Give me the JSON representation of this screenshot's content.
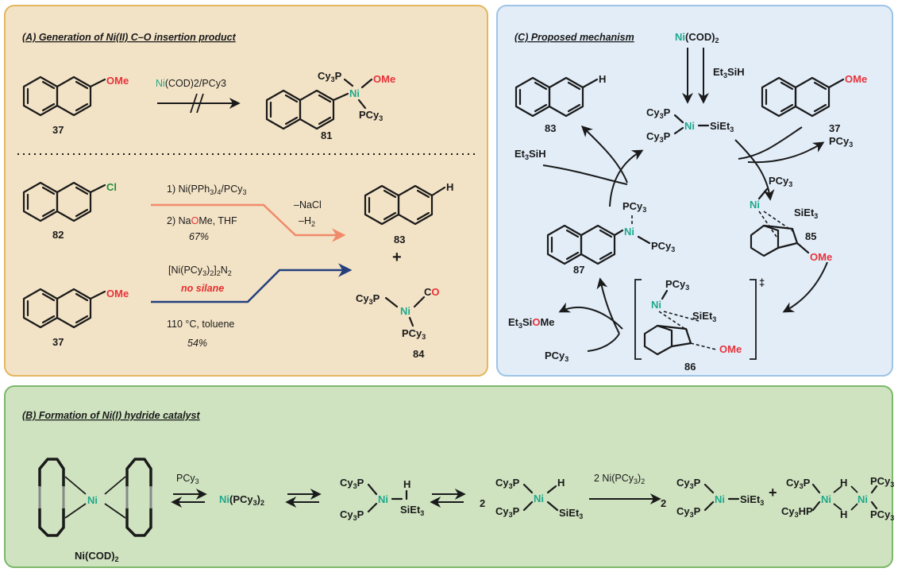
{
  "colors": {
    "panel_a_bg": "#f3e3c6",
    "panel_a_border": "#e4b660",
    "panel_b_bg": "#cfe3c0",
    "panel_b_border": "#7db86a",
    "panel_c_bg": "#e2edf8",
    "panel_c_border": "#9ec3e6",
    "nickel": "#1fa98c",
    "oxygen": "#e8323a",
    "chlorine": "#1f8f3a",
    "orange_arrow": "#f08a6a",
    "navy_arrow": "#23407d",
    "red_text": "#e52d2d"
  },
  "panel_a": {
    "title": "(A) Generation of Ni(II) C–O insertion product",
    "row1": {
      "substituent": "OMe",
      "num": "37",
      "reagent_ni": "Ni",
      "reagent_rest": "(COD)2/PCy3",
      "product_num": "81"
    },
    "row2": {
      "substituent_cl": "Cl",
      "num_82": "82",
      "step1": "1) Ni(PPh3)4/PCy3",
      "step2_a": "2) Na",
      "step2_o": "O",
      "step2_b": "Me, THF",
      "yield1": "67%",
      "byproduct1": "–NaCl",
      "byproduct2": "–H2",
      "reagent2": "[Ni(PCy3)2]2N2",
      "no_silane": "no silane",
      "cond2": "110 °C, toluene",
      "yield2": "54%",
      "num_37": "37",
      "num_83": "83",
      "num_84": "84",
      "plus": "+"
    }
  },
  "panel_b": {
    "title": "(B) Formation of Ni(I) hydride catalyst",
    "label_niCOD": "Ni(COD)2",
    "pcy3": "PCy3",
    "ni_pcy3_2": "Ni(PCy3)2",
    "coef2a": "2",
    "over_arrow": "2 Ni(PCy3)2",
    "coef2b": "2",
    "plus": "+"
  },
  "panel_c": {
    "title": "(C) Proposed mechanism",
    "top": "Ni(COD)2",
    "et3sih": "Et3SiH",
    "et3sih_left": "Et3SiH",
    "pcy3_out": "PCy3",
    "pcy3_in": "PCy3",
    "et3siome": "Et3SiOMe",
    "num_83": "83",
    "num_37": "37",
    "num_85": "85",
    "num_86": "86",
    "num_87": "87",
    "dagger": "‡"
  }
}
